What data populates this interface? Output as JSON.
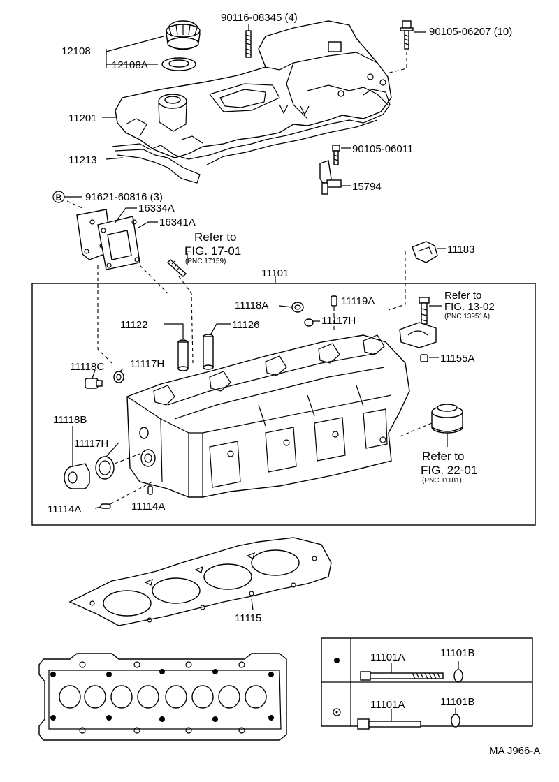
{
  "parts": [
    {
      "id": "p_12108",
      "label": "12108"
    },
    {
      "id": "p_12108A",
      "label": "12108A"
    },
    {
      "id": "p_90116",
      "label": "90116-08345 (4)"
    },
    {
      "id": "p_90105_06207",
      "label": "90105-06207 (10)"
    },
    {
      "id": "p_11201",
      "label": "11201"
    },
    {
      "id": "p_11213",
      "label": "11213"
    },
    {
      "id": "p_90105_06011",
      "label": "90105-06011"
    },
    {
      "id": "p_15794",
      "label": "15794"
    },
    {
      "id": "p_91621",
      "label": "91621-60816 (3)"
    },
    {
      "id": "p_16334A",
      "label": "16334A"
    },
    {
      "id": "p_16341A",
      "label": "16341A"
    },
    {
      "id": "p_11183",
      "label": "11183"
    },
    {
      "id": "p_11101",
      "label": "11101"
    },
    {
      "id": "p_11118A",
      "label": "11118A"
    },
    {
      "id": "p_11119A",
      "label": "11119A"
    },
    {
      "id": "p_11117H_top",
      "label": "11117H"
    },
    {
      "id": "p_11122",
      "label": "11122"
    },
    {
      "id": "p_11126",
      "label": "11126"
    },
    {
      "id": "p_11118C",
      "label": "11118C"
    },
    {
      "id": "p_11117H_left",
      "label": "11117H"
    },
    {
      "id": "p_11155A",
      "label": "11155A"
    },
    {
      "id": "p_11118B",
      "label": "11118B"
    },
    {
      "id": "p_11117H_lower",
      "label": "11117H"
    },
    {
      "id": "p_11114A_left",
      "label": "11114A"
    },
    {
      "id": "p_11114A_right",
      "label": "11114A"
    },
    {
      "id": "p_11115",
      "label": "11115"
    },
    {
      "id": "p_11101A_top",
      "label": "11101A"
    },
    {
      "id": "p_11101B_top",
      "label": "11101B"
    },
    {
      "id": "p_11101A_bottom",
      "label": "11101A"
    },
    {
      "id": "p_11101B_bottom",
      "label": "11101B"
    }
  ],
  "references": {
    "fig17": {
      "refer": "Refer to",
      "fig": "FIG. 17-01",
      "pnc": "(PNC 17159)"
    },
    "fig13": {
      "refer": "Refer to",
      "fig": "FIG. 13-02",
      "pnc": "(PNC 13951A)"
    },
    "fig22": {
      "refer": "Refer to",
      "fig": "FIG. 22-01",
      "pnc": "(PNC 11181)"
    }
  },
  "marker_b": "B",
  "figure_code": "MA J966-A"
}
